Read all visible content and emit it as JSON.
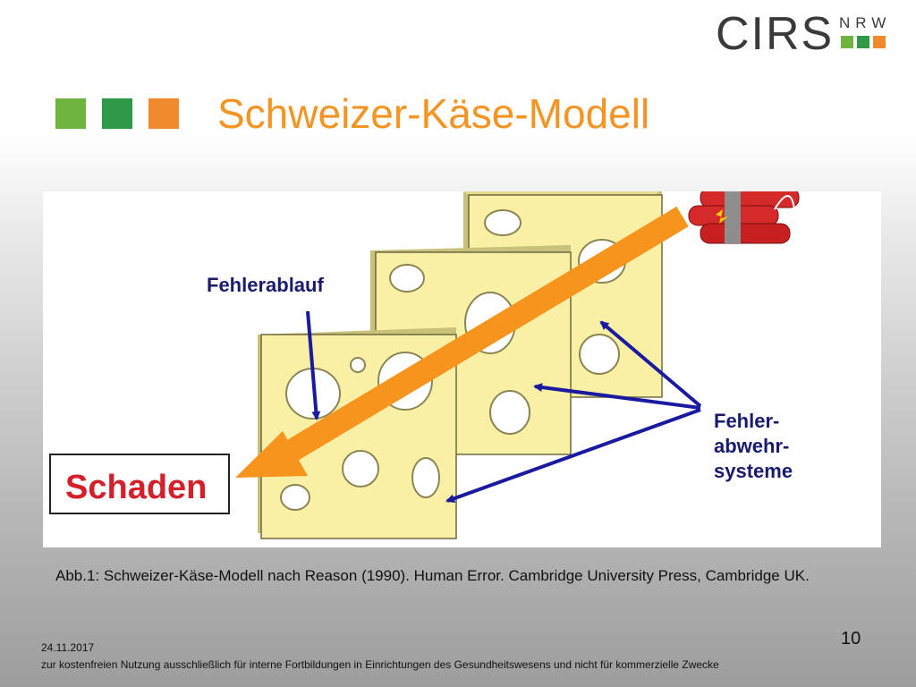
{
  "logo": {
    "text": "CIRS",
    "suffix": "NRW",
    "squares": [
      "#6fb43f",
      "#2e9a48",
      "#f08a2c"
    ]
  },
  "slide": {
    "title": "Schweizer-Käse-Modell",
    "title_color": "#f39423",
    "title_squares": [
      "#6fb43f",
      "#2e9a48",
      "#f08a2c"
    ]
  },
  "figure": {
    "label_fehlerablauf": "Fehlerablauf",
    "label_schaden": "Schaden",
    "label_fehlerabwehr": [
      "Fehler-",
      "abwehr-",
      "systeme"
    ],
    "arrow_color": "#f7941d",
    "cheese_color": "#f9f0a6",
    "pointer_color": "#1a1aa0",
    "schaden_color": "#d4202a"
  },
  "caption": "Abb.1: Schweizer-Käse-Modell nach Reason (1990). Human Error. Cambridge University Press, Cambridge UK.",
  "footer": {
    "page": "10",
    "date": "24.11.2017",
    "note": "zur kostenfreien Nutzung ausschließlich für interne Fortbildungen in Einrichtungen des Gesundheitswesens und nicht für kommerzielle Zwecke"
  }
}
